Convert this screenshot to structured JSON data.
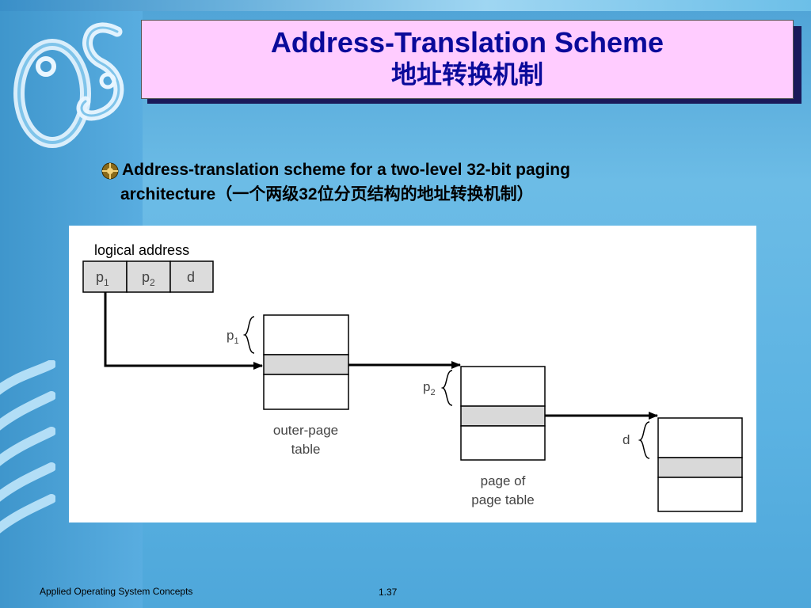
{
  "title": {
    "english": "Address-Translation Scheme",
    "chinese": "地址转换机制"
  },
  "bullet": {
    "line1": "Address-translation scheme for a two-level 32-bit paging",
    "line2": "architecture（一个两级32位分页结构的地址转换机制）"
  },
  "diagram": {
    "logical_address_label": "logical address",
    "fields": [
      "p",
      "p",
      "d"
    ],
    "field_subscripts": [
      "1",
      "2",
      ""
    ],
    "outer_table_label": [
      "outer-page",
      "table"
    ],
    "page_of_page_table_label": [
      "page of",
      "page table"
    ],
    "brace_labels": {
      "p1": "p",
      "p1_sub": "1",
      "p2": "p",
      "p2_sub": "2",
      "d": "d"
    }
  },
  "footer": {
    "course": "Applied Operating System Concepts",
    "page_number": "1.37"
  },
  "colors": {
    "title_bg": "#ffccff",
    "title_text": "#0a0a9a",
    "highlight_row": "#d9d9d9",
    "field_bg": "#dcdcdc"
  }
}
